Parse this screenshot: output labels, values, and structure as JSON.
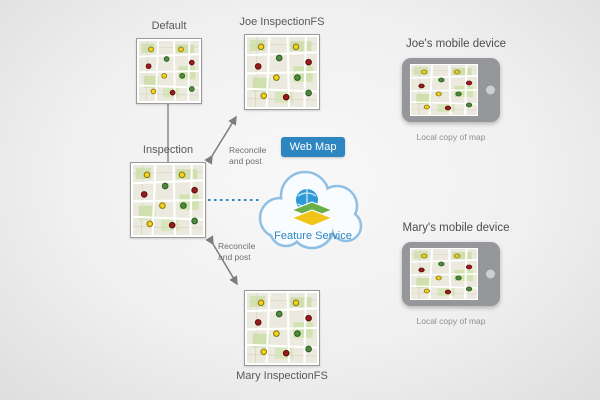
{
  "colors": {
    "accent_blue": "#2e86c1",
    "cloud_stroke": "#8fc0e4",
    "dot_yellow": "#f3d21a",
    "dot_green": "#4c8c3c",
    "dot_red": "#9b1b1b"
  },
  "nodes": {
    "default": {
      "label": "Default"
    },
    "joe_fs": {
      "label": "Joe InspectionFS"
    },
    "inspection": {
      "label": "Inspection"
    },
    "mary_fs": {
      "label": "Mary InspectionFS"
    }
  },
  "web_map": {
    "label": "Web Map"
  },
  "feature_service": {
    "label": "Feature Service"
  },
  "edges": {
    "top": {
      "label": "Reconcile and post"
    },
    "bottom": {
      "label": "Reconcile and post"
    }
  },
  "devices": {
    "joe": {
      "title": "Joe's mobile device",
      "caption": "Local copy of map"
    },
    "mary": {
      "title": "Mary's mobile device",
      "caption": "Local copy of map"
    }
  }
}
